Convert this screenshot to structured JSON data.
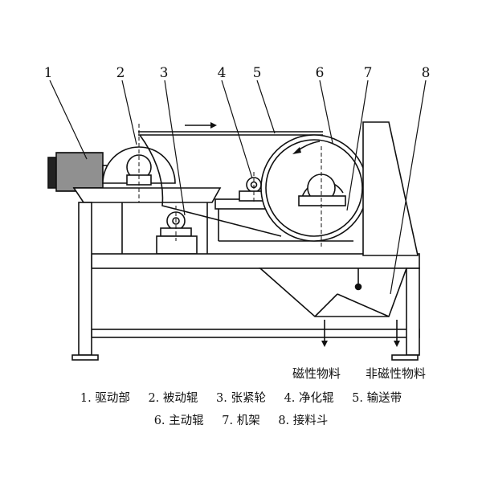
{
  "callouts": [
    "1",
    "2",
    "3",
    "4",
    "5",
    "6",
    "7",
    "8"
  ],
  "outputs": {
    "magnetic": "磁性物料",
    "non_magnetic": "非磁性物料"
  },
  "legend": [
    "1. 驱动部",
    "2. 被动辊",
    "3. 张紧轮",
    "4. 净化辊",
    "5. 输送带",
    "6. 主动辊",
    "7. 机架",
    "8. 接料斗"
  ]
}
